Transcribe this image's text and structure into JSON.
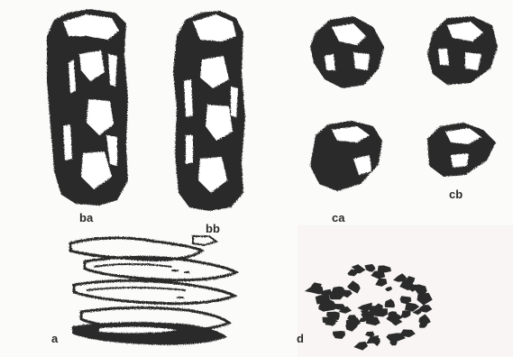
{
  "figure": {
    "labels": {
      "ba": "ba",
      "bb": "bb",
      "ca": "ca",
      "cb": "cb",
      "a": "a",
      "d": "d"
    }
  },
  "colors": {
    "ink": "#2a2a2a",
    "paper": "#fbfbfa"
  }
}
